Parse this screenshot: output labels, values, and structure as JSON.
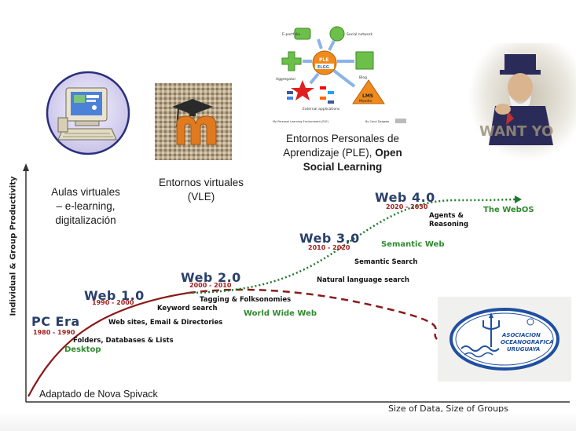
{
  "captions": {
    "aulas": [
      "Aulas virtuales",
      "– e-learning,",
      "digitalización"
    ],
    "vle": [
      "Entornos virtuales",
      "(VLE)"
    ],
    "ple_line1": "Entornos  Personales de",
    "ple_line2_normal": "Aprendizaje (PLE), ",
    "ple_line2_bold": "Open",
    "ple_line3_bold": "Social Learning"
  },
  "axes": {
    "y_label": "Individual & Group Productivity",
    "x_label": "Size of Data, Size of Groups"
  },
  "eras": [
    {
      "name": "PC Era",
      "years": "1980 - 1990"
    },
    {
      "name": "Web 1.0",
      "years": "1990 - 2000"
    },
    {
      "name": "Web 2.0",
      "years": "2000 - 2010"
    },
    {
      "name": "Web 3.0",
      "years": "2010 - 2020"
    },
    {
      "name": "Web 4.0",
      "years": "2020 - 2030"
    }
  ],
  "technologies": {
    "folders": "Folders, Databases & Lists",
    "websites": "Web sites, Email & Directories",
    "keyword": "Keyword search",
    "tagging": "Tagging & Folksonomies",
    "nls": "Natural language search",
    "semsearch": "Semantic Search",
    "agents": [
      "Agents &",
      "Reasoning"
    ]
  },
  "platforms": {
    "desktop": "Desktop",
    "www": "World Wide Web",
    "semweb": "Semantic Web",
    "webos": "The WebOS"
  },
  "credit": "Adaptado de Nova Spivack",
  "ple_diagram": {
    "labels": {
      "eportfolio": "E-portfolio",
      "social": "Social network",
      "aggregator": "Aggregator",
      "blog": "Blog",
      "ple": "PLE",
      "elgg": "ELGG",
      "lms": "LMS",
      "moodle": "Moodle",
      "external": "External applications",
      "footer_left": "My Personal Learning Environment (PLE)",
      "footer_right": "By Carol Delgado"
    }
  },
  "logo": {
    "line1": "ASOCIACION",
    "line2": "OCEANOGRAFICA",
    "line3": "URUGUAYA"
  },
  "poster": {
    "text": "WANT YO"
  },
  "colors": {
    "era_title": "#2a3f6b",
    "era_years": "#a01e1e",
    "platform_green": "#2e8b2e",
    "curve_red": "#8b1a1a",
    "curve_green": "#1e7a2a"
  }
}
